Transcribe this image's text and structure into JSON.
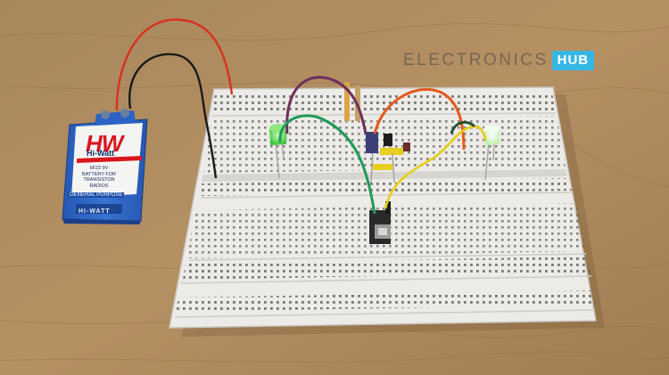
{
  "watermark": {
    "text": "ELECTRONICS",
    "badge": "HUB"
  },
  "battery": {
    "logo": "HW",
    "brand": "Hi-Watt",
    "spec": "6F22 9V BATTERY FOR TRANSISTOR RADIOS",
    "purpose": "GENERAL PURPOSE",
    "bottom_brand": "HI-WATT"
  },
  "colors": {
    "table": "#b08a5c",
    "breadboard": "#ecebe7",
    "battery_blue": "#2f68c6",
    "wire_red": "#d8321e",
    "wire_black": "#1a1a1a",
    "wire_green": "#1d9b5a",
    "wire_yellow": "#e6cf20",
    "wire_purple": "#6e2f5c",
    "wire_orange": "#e45a1a",
    "watermark_badge": "#35b7e4",
    "led_green": "#4fd24a",
    "led_white_green": "#dff7d8"
  },
  "icons": {
    "battery": "battery-9v-icon",
    "breadboard": "breadboard-icon",
    "led": "led-icon",
    "switch": "slide-switch-icon"
  }
}
